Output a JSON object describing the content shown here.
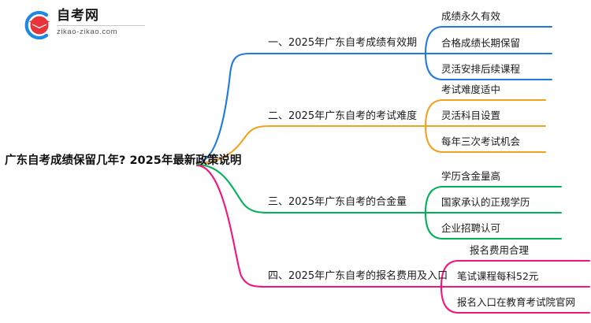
{
  "logo": {
    "icon": "graduation-cap-logo-icon",
    "name_cn": "自考网",
    "url": "zikao-zikao.com",
    "arc_color": "#1e88e5",
    "cap_color": "#e8333a"
  },
  "mindmap": {
    "root": {
      "title": "广东自考成绩保留几年? 2025年最新政策说明"
    },
    "branches": [
      {
        "label": "一、2025年广东自考成绩有效期",
        "color": "#1f7ae0",
        "children": [
          {
            "label": "成绩永久有效"
          },
          {
            "label": "合格成绩长期保留"
          },
          {
            "label": "灵活安排后续课程"
          }
        ]
      },
      {
        "label": "二、2025年广东自考的考试难度",
        "color": "#efa320",
        "children": [
          {
            "label": "考试难度适中"
          },
          {
            "label": "灵活科目设置"
          },
          {
            "label": "每年三次考试机会"
          }
        ]
      },
      {
        "label": "三、2025年广东自考的合金量",
        "color": "#00b159",
        "children": [
          {
            "label": "学历含金量高"
          },
          {
            "label": "国家承认的正规学历"
          },
          {
            "label": "企业招聘认可"
          }
        ]
      },
      {
        "label": "四、2025年广东自考的报名费用及入口",
        "color": "#f2157e",
        "children": [
          {
            "label": "报名费用合理"
          },
          {
            "label": "笔试课程每科52元"
          },
          {
            "label": "报名入口在教育考试院官网"
          }
        ]
      }
    ]
  }
}
